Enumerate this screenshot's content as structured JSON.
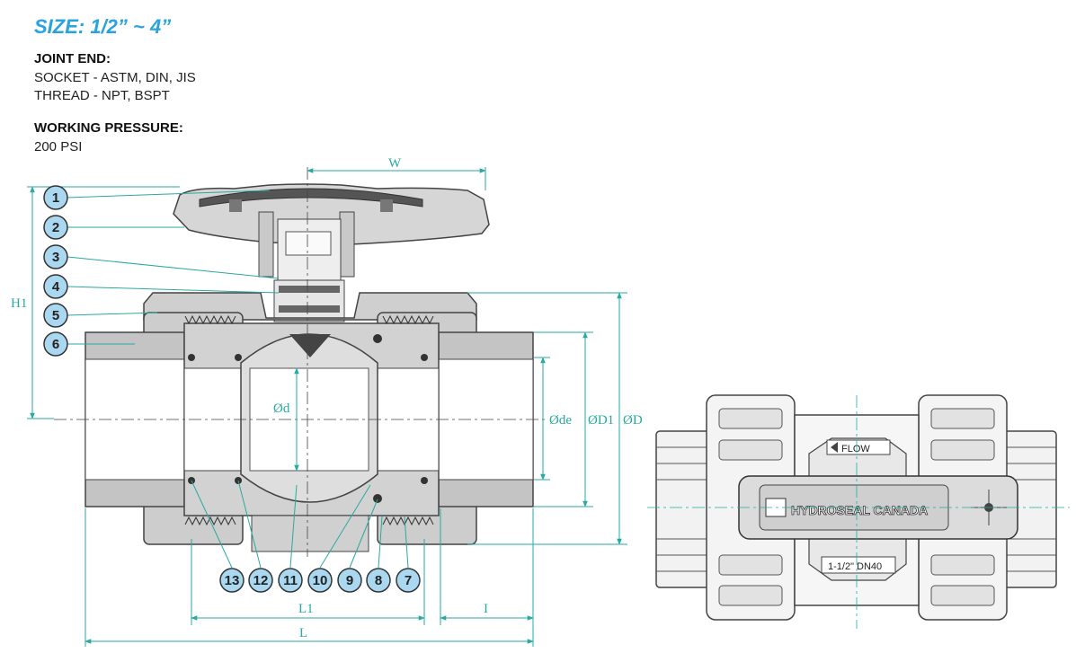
{
  "size_title": "SIZE: 1/2” ~ 4”",
  "joint_end": {
    "label": "JOINT END:",
    "lines": [
      "SOCKET - ASTM, DIN, JIS",
      "THREAD - NPT, BSPT"
    ]
  },
  "working_pressure": {
    "label": "WORKING PRESSURE:",
    "value": "200 PSI"
  },
  "dimensions": {
    "w": "W",
    "h1": "H1",
    "d_inner": "Ød",
    "de": "Øde",
    "d1": "ØD1",
    "d": "ØD",
    "l1": "L1",
    "l": "L",
    "i": "I"
  },
  "part_numbers_left": [
    "1",
    "2",
    "3",
    "4",
    "5",
    "6"
  ],
  "part_numbers_bottom": [
    "13",
    "12",
    "11",
    "10",
    "9",
    "8",
    "7"
  ],
  "top_view": {
    "brand": "HYDROSEAL CANADA",
    "flow": "FLOW",
    "size": "1-1/2\" DN40"
  },
  "colors": {
    "accent": "#29a3dd",
    "dimension": "#2aa9a0",
    "bubble": "#a9d8f0",
    "body": "#c8c8c8",
    "outline": "#444444"
  }
}
